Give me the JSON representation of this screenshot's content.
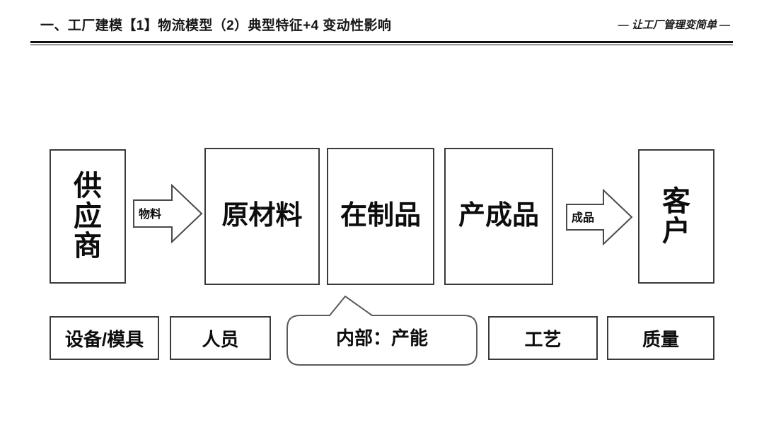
{
  "header": {
    "title": "一、工厂建模【1】物流模型（2）典型特征+4 变动性影响",
    "tagline": "— 让工厂管理变简单 —"
  },
  "diagram": {
    "type": "flow",
    "flow_nodes": [
      {
        "id": "supplier",
        "label": "供应商",
        "chars": [
          "供",
          "应",
          "商"
        ],
        "orientation": "vertical"
      },
      {
        "id": "raw",
        "label": "原材料",
        "orientation": "horizontal"
      },
      {
        "id": "wip",
        "label": "在制品",
        "orientation": "horizontal"
      },
      {
        "id": "fg",
        "label": "产成品",
        "orientation": "horizontal"
      },
      {
        "id": "customer",
        "label": "客户",
        "chars": [
          "客",
          "户"
        ],
        "orientation": "vertical"
      }
    ],
    "arrows": [
      {
        "id": "material",
        "label": "物料",
        "from": "supplier",
        "to": "raw"
      },
      {
        "id": "finished",
        "label": "成品",
        "from": "fg",
        "to": "customer"
      }
    ],
    "resource_nodes": [
      {
        "id": "equipment",
        "label": "设备/模具",
        "shape": "rect"
      },
      {
        "id": "people",
        "label": "人员",
        "shape": "rect"
      },
      {
        "id": "capacity",
        "label": "内部：产能",
        "shape": "rounded-callout",
        "points_to": "wip"
      },
      {
        "id": "process",
        "label": "工艺",
        "shape": "rect"
      },
      {
        "id": "quality",
        "label": "质量",
        "shape": "rect"
      }
    ],
    "colors": {
      "background": "#ffffff",
      "stroke": "#3a3a3a",
      "text": "#0d0d0d",
      "rule": "#111111"
    }
  }
}
